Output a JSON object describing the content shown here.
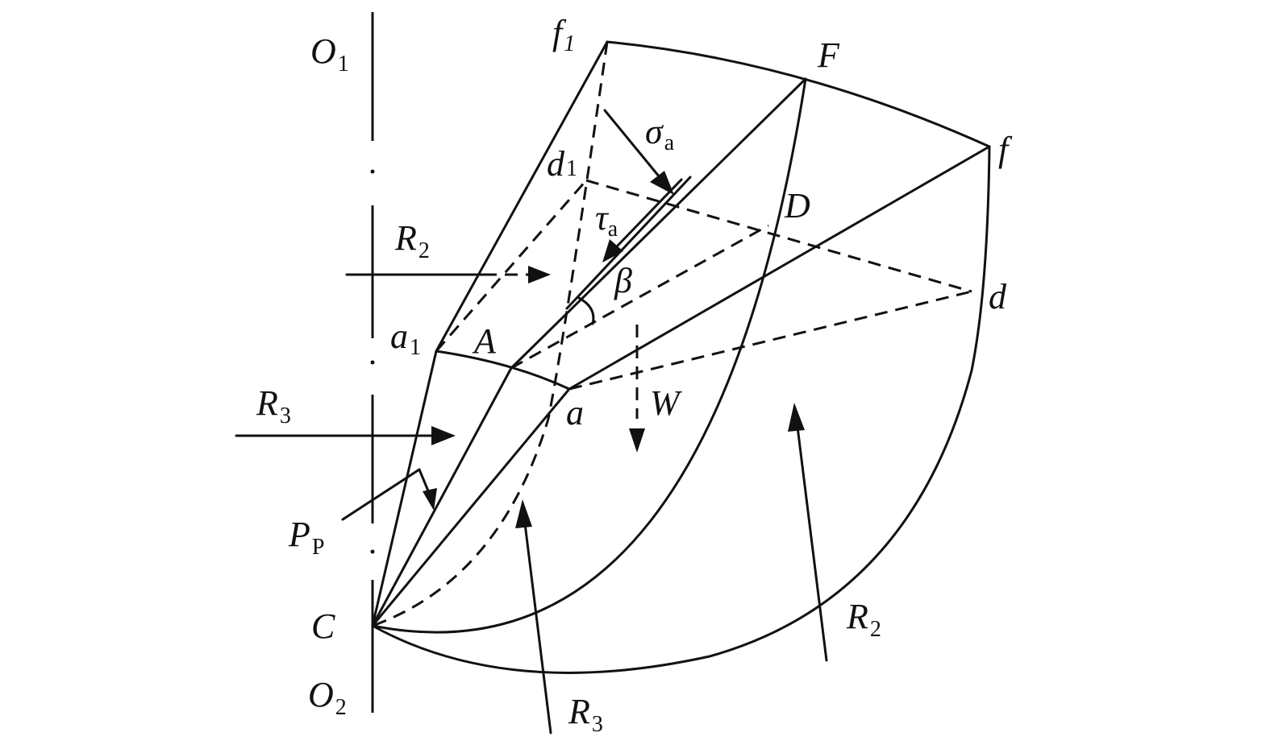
{
  "labels": {
    "O1": {
      "main": "O",
      "sub": "1"
    },
    "O2": {
      "main": "O",
      "sub": "2"
    },
    "f1": {
      "main": "f",
      "sub": "1"
    },
    "F": {
      "main": "F"
    },
    "f": {
      "main": "f"
    },
    "d1": {
      "main": "d",
      "sub": "1"
    },
    "D": {
      "main": "D"
    },
    "d": {
      "main": "d"
    },
    "sigma_a": {
      "main": "σ",
      "sub": "a"
    },
    "tau_a": {
      "main": "τ",
      "sub": "a"
    },
    "beta": {
      "main": "β"
    },
    "a1": {
      "main": "a",
      "sub": "1"
    },
    "A": {
      "main": "A"
    },
    "a": {
      "main": "a"
    },
    "W": {
      "main": "W"
    },
    "R2_left": {
      "main": "R",
      "sub": "2"
    },
    "R3_left": {
      "main": "R",
      "sub": "3"
    },
    "PP": {
      "main": "P",
      "sub": "P"
    },
    "C": {
      "main": "C"
    },
    "R3_bottom": {
      "main": "R",
      "sub": "3"
    },
    "R2_right": {
      "main": "R",
      "sub": "2"
    }
  }
}
